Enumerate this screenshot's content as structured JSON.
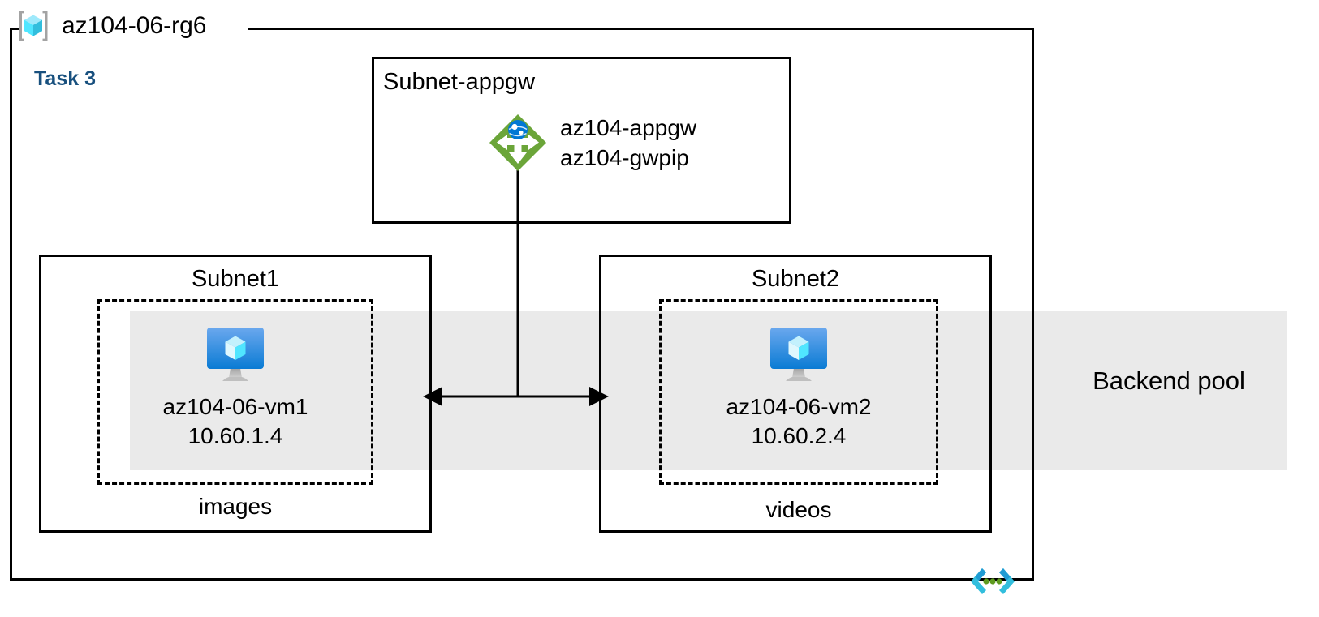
{
  "diagram": {
    "title": "az104-06-rg6",
    "resource_group_icon": "resource-group-icon",
    "task_label": "Task 3",
    "vnet_icon": "virtual-network-icon",
    "colors": {
      "task_text": "#18507E",
      "backend_band": "#EAEAEA",
      "border": "#000000",
      "appgw_green": "#5E9B1F",
      "vm_blue": "#0078D4",
      "vnet_cyan": "#32BEDD",
      "vnet_green": "#5E9B1F"
    }
  },
  "subnets": [
    {
      "name": "Subnet-appgw",
      "title_align": "left",
      "node": {
        "icon": "application-gateway-icon",
        "lines": [
          "az104-appgw",
          "az104-gwpip"
        ]
      }
    },
    {
      "name": "Subnet1",
      "title_align": "center",
      "vm": {
        "icon": "virtual-machine-icon",
        "name": "az104-06-vm1",
        "ip": "10.60.1.4"
      },
      "under_label": "images"
    },
    {
      "name": "Subnet2",
      "title_align": "center",
      "vm": {
        "icon": "virtual-machine-icon",
        "name": "az104-06-vm2",
        "ip": "10.60.2.4"
      },
      "under_label": "videos"
    }
  ],
  "backend_pool": {
    "label": "Backend pool"
  }
}
